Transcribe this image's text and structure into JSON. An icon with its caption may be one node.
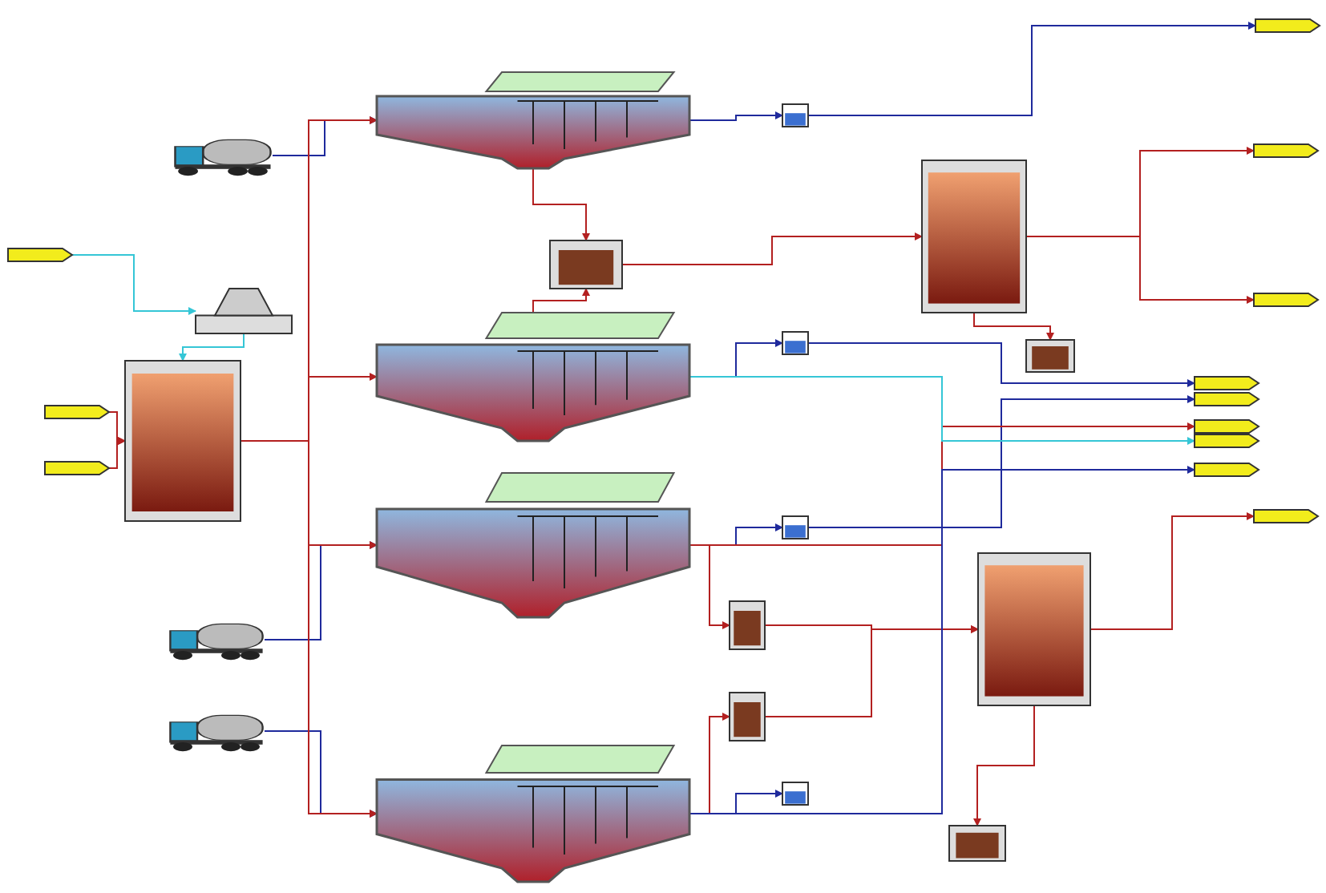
{
  "diagram": {
    "nodes": [
      {
        "text": [],
        "shape": "truck"
      },
      {
        "text": [],
        "shape": "truck"
      },
      {
        "text": [],
        "shape": "truck"
      },
      {
        "text": [],
        "shape": "clarifier"
      },
      {
        "text": [],
        "shape": "clarifier"
      },
      {
        "text": [],
        "shape": "clarifier"
      },
      {
        "text": [],
        "shape": "clarifier"
      },
      {
        "text": [],
        "shape": "hopper"
      },
      {
        "text": [],
        "shape": "tank"
      },
      {
        "text": [],
        "shape": "basin"
      },
      {
        "text": [],
        "shape": "tank"
      },
      {
        "text": [],
        "shape": "tank"
      },
      {
        "text": [],
        "shape": "basin"
      },
      {
        "text": [],
        "shape": "basin"
      },
      {
        "text": [],
        "shape": "basin"
      },
      {
        "text": [],
        "shape": "basin"
      },
      {
        "text": [],
        "shape": "box"
      },
      {
        "text": [],
        "shape": "box"
      },
      {
        "text": [],
        "shape": "box"
      },
      {
        "text": [],
        "shape": "box"
      },
      {
        "text": [],
        "shape": "tag"
      },
      {
        "text": [],
        "shape": "tag"
      },
      {
        "text": [],
        "shape": "tag"
      },
      {
        "text": [],
        "shape": "tag"
      },
      {
        "text": [],
        "shape": "tag"
      },
      {
        "text": [],
        "shape": "tag"
      },
      {
        "text": [],
        "shape": "tag"
      },
      {
        "text": [],
        "shape": "tag"
      },
      {
        "text": [],
        "shape": "tag"
      },
      {
        "text": [],
        "shape": "tag"
      },
      {
        "text": [],
        "shape": "tag"
      },
      {
        "text": [],
        "shape": "tag"
      }
    ],
    "edges": [
      {
        "from": 20,
        "to": 7,
        "arrow": "to",
        "color": "#35c6d6"
      },
      {
        "from": 7,
        "to": 8,
        "arrow": "to",
        "color": "#35c6d6"
      },
      {
        "from": 21,
        "to": 8,
        "arrow": "to"
      },
      {
        "from": 22,
        "to": 8,
        "arrow": "to"
      },
      {
        "from": 0,
        "to": 3,
        "arrow": "to",
        "color": "#1f2a9c"
      },
      {
        "from": 1,
        "to": 5,
        "arrow": "to",
        "color": "#1f2a9c"
      },
      {
        "from": 2,
        "to": 6,
        "arrow": "to",
        "color": "#1f2a9c"
      },
      {
        "from": 8,
        "to": 3,
        "arrow": "to"
      },
      {
        "from": 8,
        "to": 4,
        "arrow": "to"
      },
      {
        "from": 8,
        "to": 5,
        "arrow": "to"
      },
      {
        "from": 8,
        "to": 6,
        "arrow": "to"
      },
      {
        "from": 3,
        "to": 16,
        "arrow": "to",
        "color": "#1f2a9c"
      },
      {
        "from": 4,
        "to": 17,
        "arrow": "to",
        "color": "#1f2a9c"
      },
      {
        "from": 5,
        "to": 18,
        "arrow": "to",
        "color": "#1f2a9c"
      },
      {
        "from": 6,
        "to": 19,
        "arrow": "to",
        "color": "#1f2a9c"
      },
      {
        "from": 3,
        "to": 9,
        "arrow": "to"
      },
      {
        "from": 4,
        "to": 9,
        "arrow": "to"
      },
      {
        "from": 9,
        "to": 10,
        "arrow": "to"
      },
      {
        "from": 10,
        "to": 12,
        "arrow": "to"
      },
      {
        "from": 10,
        "to": 24,
        "arrow": "to"
      },
      {
        "from": 10,
        "to": 25,
        "arrow": "to"
      },
      {
        "from": 16,
        "to": 23,
        "arrow": "to",
        "color": "#1f2a9c"
      },
      {
        "from": 17,
        "to": 26,
        "arrow": "to",
        "color": "#1f2a9c"
      },
      {
        "from": 18,
        "to": 27,
        "arrow": "to",
        "color": "#1f2a9c"
      },
      {
        "from": 5,
        "to": 14,
        "arrow": "to"
      },
      {
        "from": 6,
        "to": 15,
        "arrow": "to"
      },
      {
        "from": 14,
        "to": 11,
        "arrow": "to"
      },
      {
        "from": 15,
        "to": 11,
        "arrow": "to"
      },
      {
        "from": 11,
        "to": 13,
        "arrow": "to"
      },
      {
        "from": 11,
        "to": 31,
        "arrow": "to"
      },
      {
        "from": 5,
        "to": 28,
        "arrow": "to"
      },
      {
        "from": 4,
        "to": 29,
        "arrow": "to",
        "color": "#35c6d6"
      },
      {
        "from": 6,
        "to": 30,
        "arrow": "to",
        "color": "#1f2a9c"
      }
    ]
  }
}
